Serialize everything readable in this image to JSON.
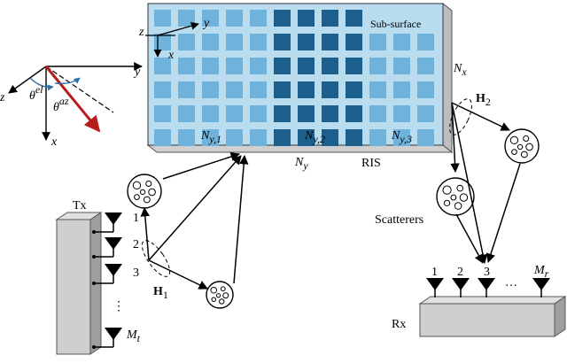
{
  "ris": {
    "label": "RIS",
    "sub_surface_label": "Sub-surface",
    "nx_label": "N",
    "nx_sub": "x",
    "ny_label": "N",
    "ny_sub": "y",
    "ny_parts": [
      {
        "main": "N",
        "sub": "y,1"
      },
      {
        "main": "N",
        "sub": "y,2"
      },
      {
        "main": "N",
        "sub": "y,3"
      }
    ],
    "axes": {
      "z": "z",
      "y": "y",
      "x": "x"
    },
    "colors": {
      "frame": "#b9dcef",
      "light_tile": "#6fb2dc",
      "dark_tile": "#1c5f8c",
      "side": "#bdbdbd"
    }
  },
  "angle_axes": {
    "z": "z",
    "y": "y",
    "x": "x",
    "theta_el": "θ",
    "theta_el_sup": "el",
    "theta_az": "θ",
    "theta_az_sup": "az",
    "colors": {
      "arrow_red": "#b71c1c",
      "arc_blue": "#2f6fa8"
    }
  },
  "tx": {
    "label": "Tx",
    "antenna_labels": [
      "1",
      "2",
      "3"
    ],
    "dots": "⋮",
    "last_main": "M",
    "last_sub": "t"
  },
  "rx": {
    "label": "Rx",
    "antenna_labels": [
      "1",
      "2",
      "3"
    ],
    "dots": "···",
    "last_main": "M",
    "last_sub": "r"
  },
  "channels": {
    "h1_main": "H",
    "h1_sub": "1",
    "h2_main": "H",
    "h2_sub": "2"
  },
  "scatterers_label": "Scatterers"
}
